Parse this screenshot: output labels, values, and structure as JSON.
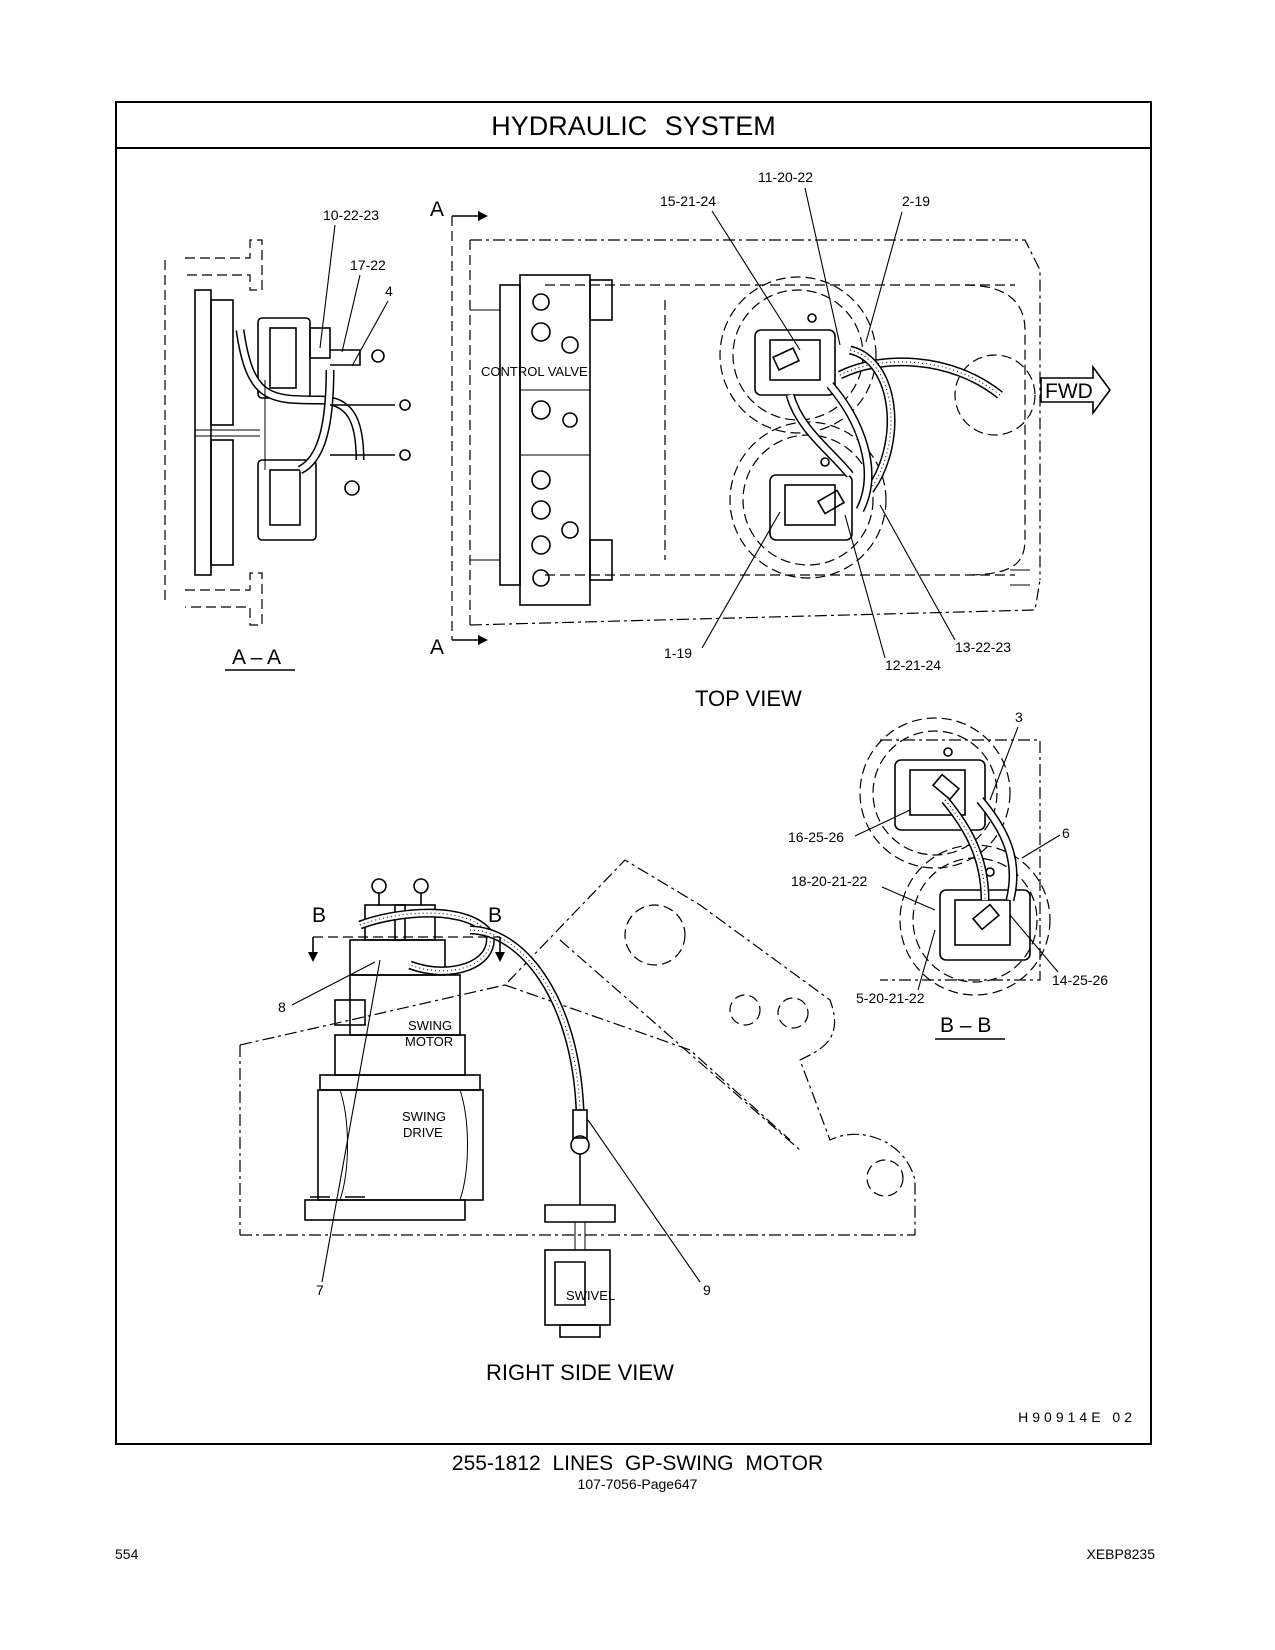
{
  "header": {
    "title": "HYDRAULIC SYSTEM"
  },
  "views": {
    "section_aa": "A – A",
    "section_bb": "B – B",
    "top": "TOP VIEW",
    "right_side": "RIGHT SIDE VIEW"
  },
  "section_marks": {
    "a": "A",
    "b": "B"
  },
  "components": {
    "control_valve": "CONTROL VALVE",
    "swing_motor_line1": "SWING",
    "swing_motor_line2": "MOTOR",
    "swing_drive_line1": "SWING",
    "swing_drive_line2": "DRIVE",
    "swivel": "SWIVEL",
    "fwd": "FWD"
  },
  "callouts": {
    "c_10_22_23": "10-22-23",
    "c_17_22": "17-22",
    "c_4": "4",
    "c_15_21_24": "15-21-24",
    "c_11_20_22": "11-20-22",
    "c_2_19": "2-19",
    "c_1_19": "1-19",
    "c_12_21_24": "12-21-24",
    "c_13_22_23": "13-22-23",
    "c_3": "3",
    "c_16_25_26": "16-25-26",
    "c_6": "6",
    "c_18_20_21_22": "18-20-21-22",
    "c_14_25_26": "14-25-26",
    "c_5_20_21_22": "5-20-21-22",
    "c_8": "8",
    "c_7": "7",
    "c_9": "9"
  },
  "drawing_code": "H90914E 02",
  "caption": {
    "title": "255-1812 LINES GP-SWING MOTOR",
    "subtitle": "107-7056-Page647"
  },
  "footer": {
    "page_number": "554",
    "doc_code": "XEBP8235"
  }
}
